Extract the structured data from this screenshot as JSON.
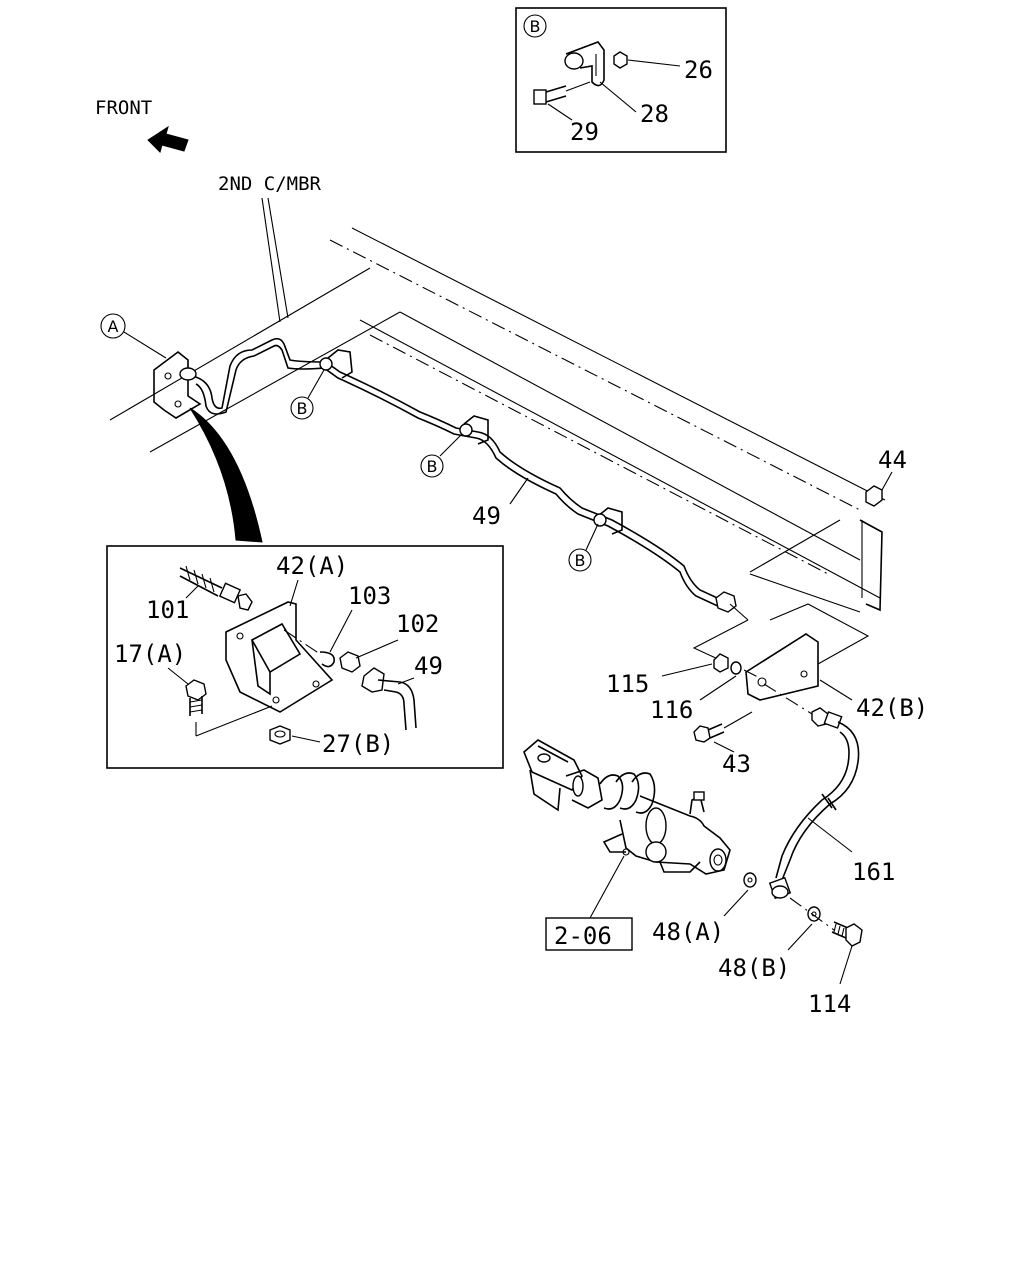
{
  "header": {
    "front_label": "FRONT",
    "member_label": "2ND C/MBR"
  },
  "detail_b": {
    "marker": "B",
    "parts": [
      "26",
      "28",
      "29"
    ]
  },
  "detail_a": {
    "parts": [
      "42(A)",
      "101",
      "103",
      "102",
      "49",
      "17(A)",
      "27(B)"
    ]
  },
  "markers": {
    "a": "A",
    "b": "B"
  },
  "callouts": {
    "p44": "44",
    "p49": "49",
    "p115": "115",
    "p116": "116",
    "p42b": "42(B)",
    "p43": "43",
    "p161": "161",
    "p48a": "48(A)",
    "p48b": "48(B)",
    "p114": "114",
    "ref": "2-06"
  }
}
